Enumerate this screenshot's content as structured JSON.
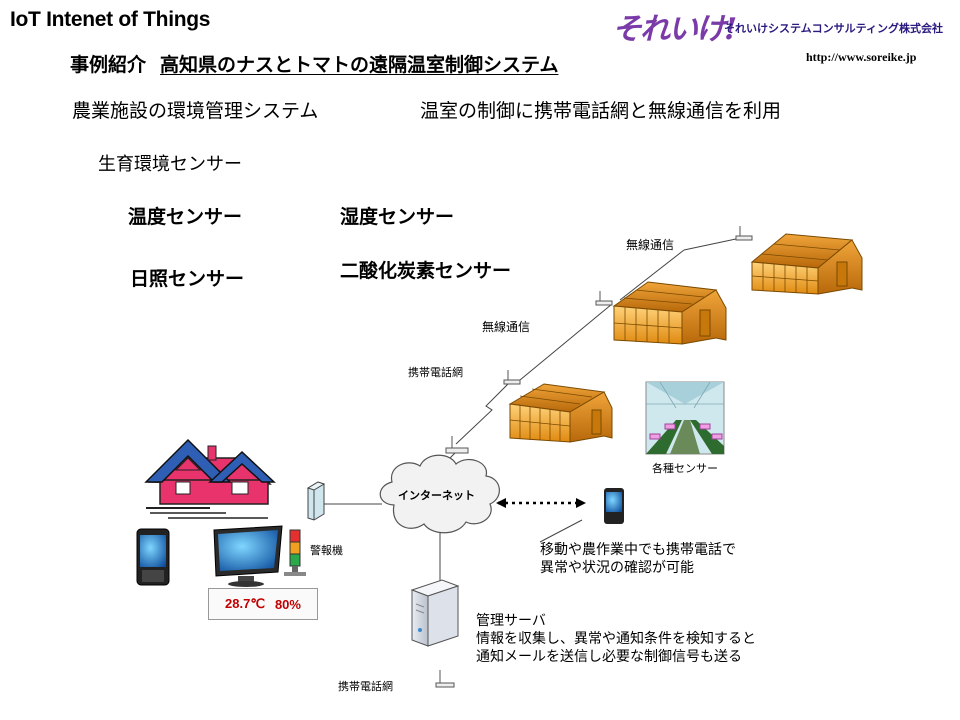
{
  "title": "IoT Intenet of Things",
  "heading": {
    "label": "事例紹介",
    "subject": "高知県のナスとトマトの遠隔温室制御システム"
  },
  "subheadings": {
    "left": "農業施設の環境管理システム",
    "right": "温室の制御に携帯電話網と無線通信を利用"
  },
  "environment_sensor_title": "生育環境センサー",
  "sensors": {
    "temperature": "温度センサー",
    "humidity": "湿度センサー",
    "sunlight": "日照センサー",
    "co2": "二酸化炭素センサー"
  },
  "logo": {
    "script": "それいけ!",
    "company": "それいけシステムコンサルティング株式会社",
    "url": "http://www.soreike.jp"
  },
  "diagram": {
    "wireless_top": "無線通信",
    "wireless_mid": "無線通信",
    "cellular_upper": "携帯電話網",
    "cellular_lower": "携帯電話網",
    "internet": "インターネット",
    "alarm": "警報機",
    "sensors_caption": "各種センサー",
    "mobile_note": [
      "移動や農作業中でも携帯電話で",
      "異常や状況の確認が可能"
    ],
    "server_title": "管理サーバ",
    "server_note": [
      "情報を収集し、異常や通知条件を検知すると",
      "通知メールを送信し必要な制御信号も送る"
    ],
    "reading": {
      "temperature": "28.7℃",
      "humidity": "80%"
    }
  },
  "colors": {
    "greenhouse": "#f5a623",
    "house_roof": "#2f5fb5",
    "house_wall": "#e8336d",
    "cloud": "#f2f2f2"
  }
}
